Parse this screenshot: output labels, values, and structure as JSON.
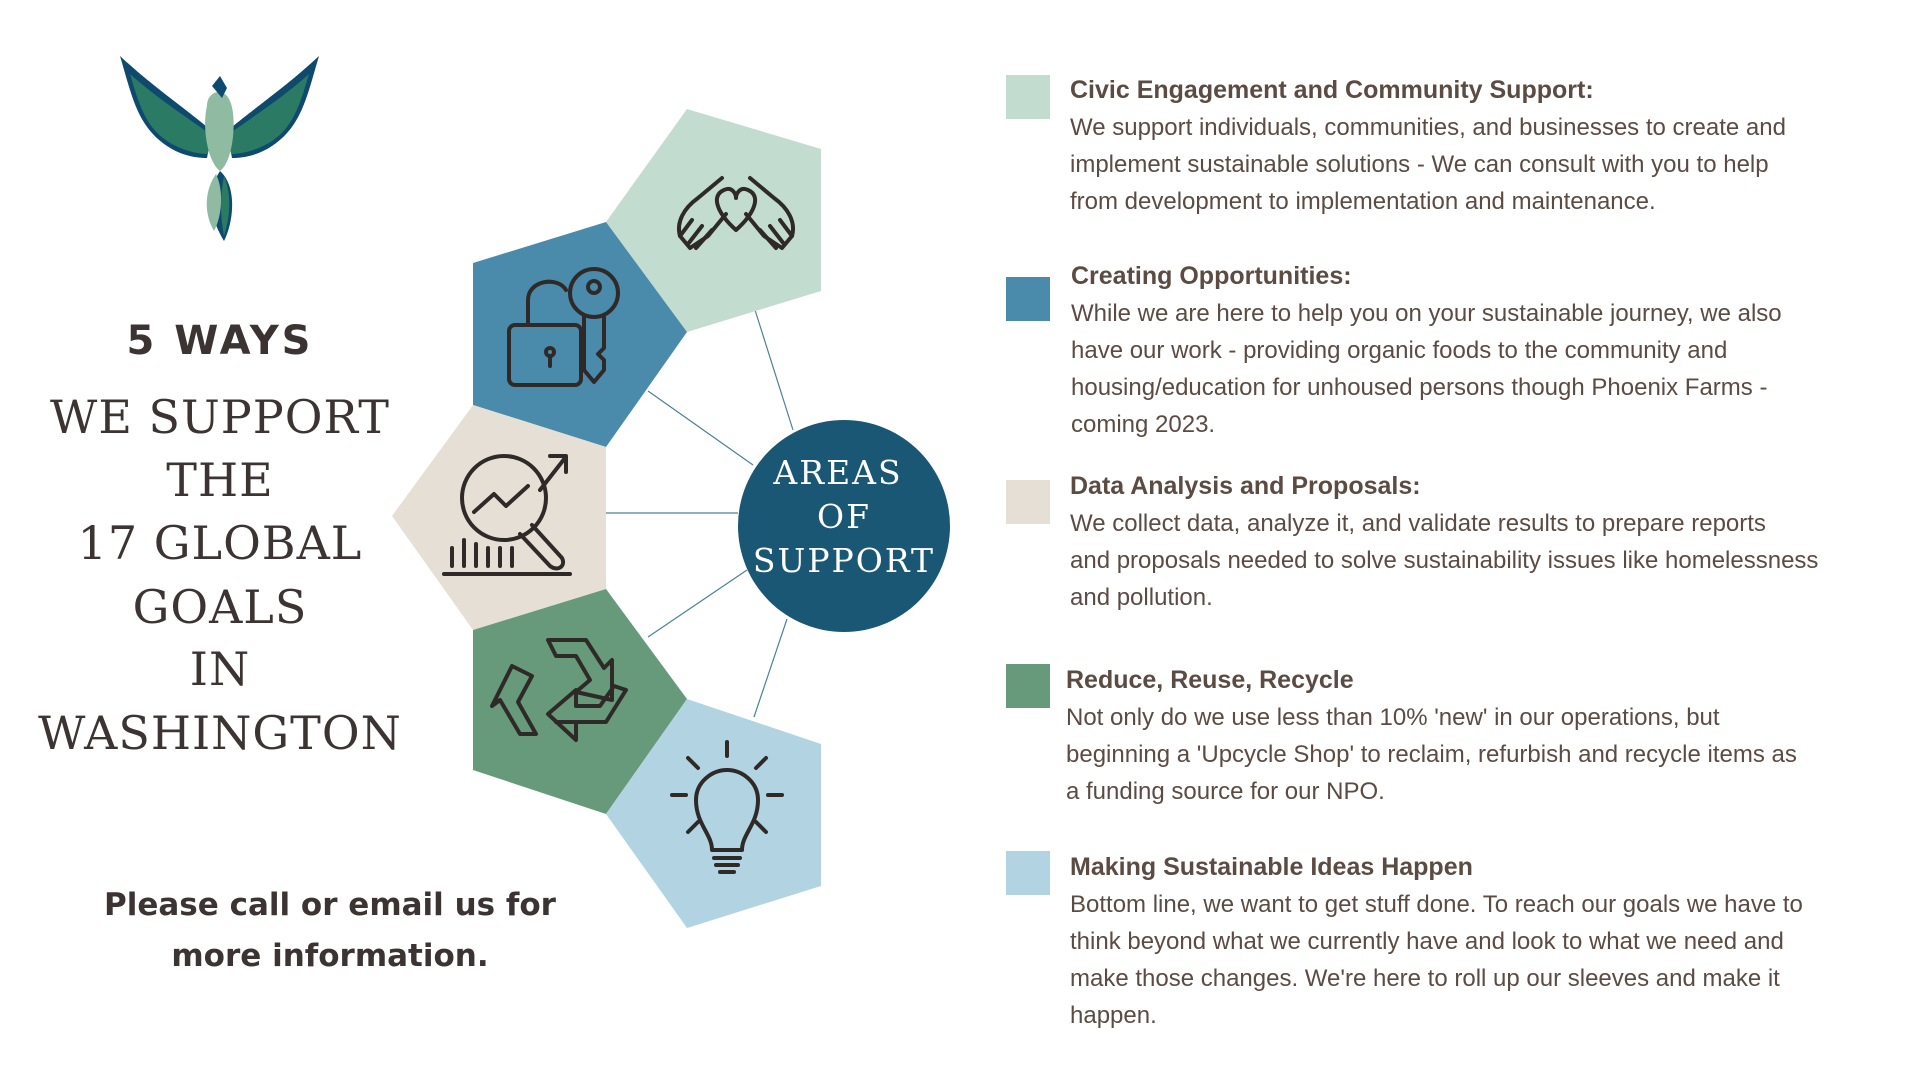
{
  "left": {
    "title_bold": "5 WAYS",
    "title_lines": [
      "WE SUPPORT",
      "THE",
      "17 GLOBAL",
      "GOALS",
      "IN",
      "WASHINGTON"
    ],
    "contact_lines": [
      "Please call or email us for",
      "more information."
    ]
  },
  "diagram": {
    "center_lines": [
      "AREAS",
      "OF",
      "SUPPORT"
    ],
    "colors": {
      "civic": "#c3dcd0",
      "opportunities": "#4a8aab",
      "data": "#e6dfd6",
      "recycle": "#669a7a",
      "ideas": "#b2d4e2",
      "center": "#1a5774"
    },
    "icons": [
      "hands-heart-icon",
      "lock-key-icon",
      "magnifier-chart-icon",
      "recycle-icon",
      "lightbulb-icon"
    ]
  },
  "items": [
    {
      "heading": "Civic Engagement and Community Support:",
      "color": "#c3dcd0",
      "lines": [
        "We support individuals, communities, and businesses to create and",
        "implement sustainable solutions - We can consult with you to help",
        "from development to implementation and maintenance."
      ]
    },
    {
      "heading": "Creating Opportunities:",
      "color": "#4a8aab",
      "lines": [
        "While we are here to help you on your sustainable journey, we also",
        "have our work - providing organic foods to the community and",
        "housing/education for unhoused persons though Phoenix Farms -",
        "coming 2023."
      ]
    },
    {
      "heading": "Data Analysis and Proposals:",
      "color": "#e6dfd6",
      "lines": [
        "We collect data, analyze it, and validate results to prepare reports",
        "and proposals needed to solve sustainability issues like homelessness",
        "and pollution."
      ]
    },
    {
      "heading": "Reduce, Reuse, Recycle",
      "color": "#669a7a",
      "lines": [
        "Not only do we use less than 10% 'new' in our operations, but",
        "beginning a 'Upcycle Shop' to reclaim, refurbish and recycle items as",
        "a funding source for our NPO."
      ]
    },
    {
      "heading": "Making Sustainable Ideas Happen",
      "color": "#b2d4e2",
      "lines": [
        "Bottom line, we want to get stuff done. To reach our goals we have to",
        "think beyond what we currently have and look to what we need and",
        "make those changes. We're here to roll up our sleeves and make it",
        "happen."
      ]
    }
  ]
}
